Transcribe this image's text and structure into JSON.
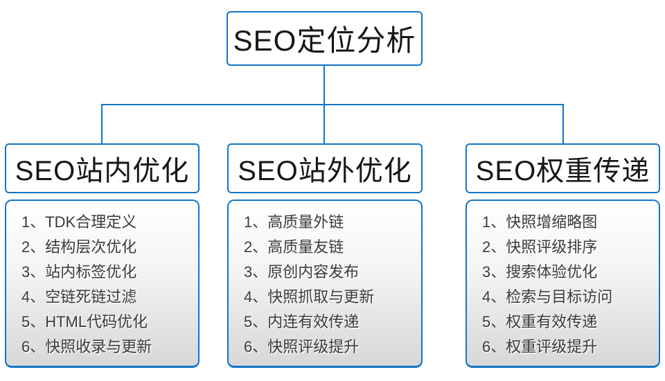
{
  "diagram": {
    "root": {
      "title": "SEO定位分析"
    },
    "columns": [
      {
        "title": "SEO站内优化",
        "items": [
          "1、TDK合理定义",
          "2、结构层次优化",
          "3、站内标签优化",
          "4、空链死链过滤",
          "5、HTML代码优化",
          "6、快照收录与更新"
        ]
      },
      {
        "title": "SEO站外优化",
        "items": [
          "1、高质量外链",
          "2、高质量友链",
          "3、原创内容发布",
          "4、快照抓取与更新",
          "5、内连有效传递",
          "6、快照评级提升"
        ]
      },
      {
        "title": "SEO权重传递",
        "items": [
          "1、快照增缩略图",
          "2、快照评级排序",
          "3、搜索体验优化",
          "4、检索与目标访问",
          "5、权重有效传递",
          "6、权重评级提升"
        ]
      }
    ]
  },
  "colors": {
    "accent_blue": "#1175c8",
    "title_text": "#161616",
    "list_text": "#3b3b3b",
    "panel_gradient_top": "#ffffff",
    "panel_gradient_bottom": "#d8d8d8"
  }
}
